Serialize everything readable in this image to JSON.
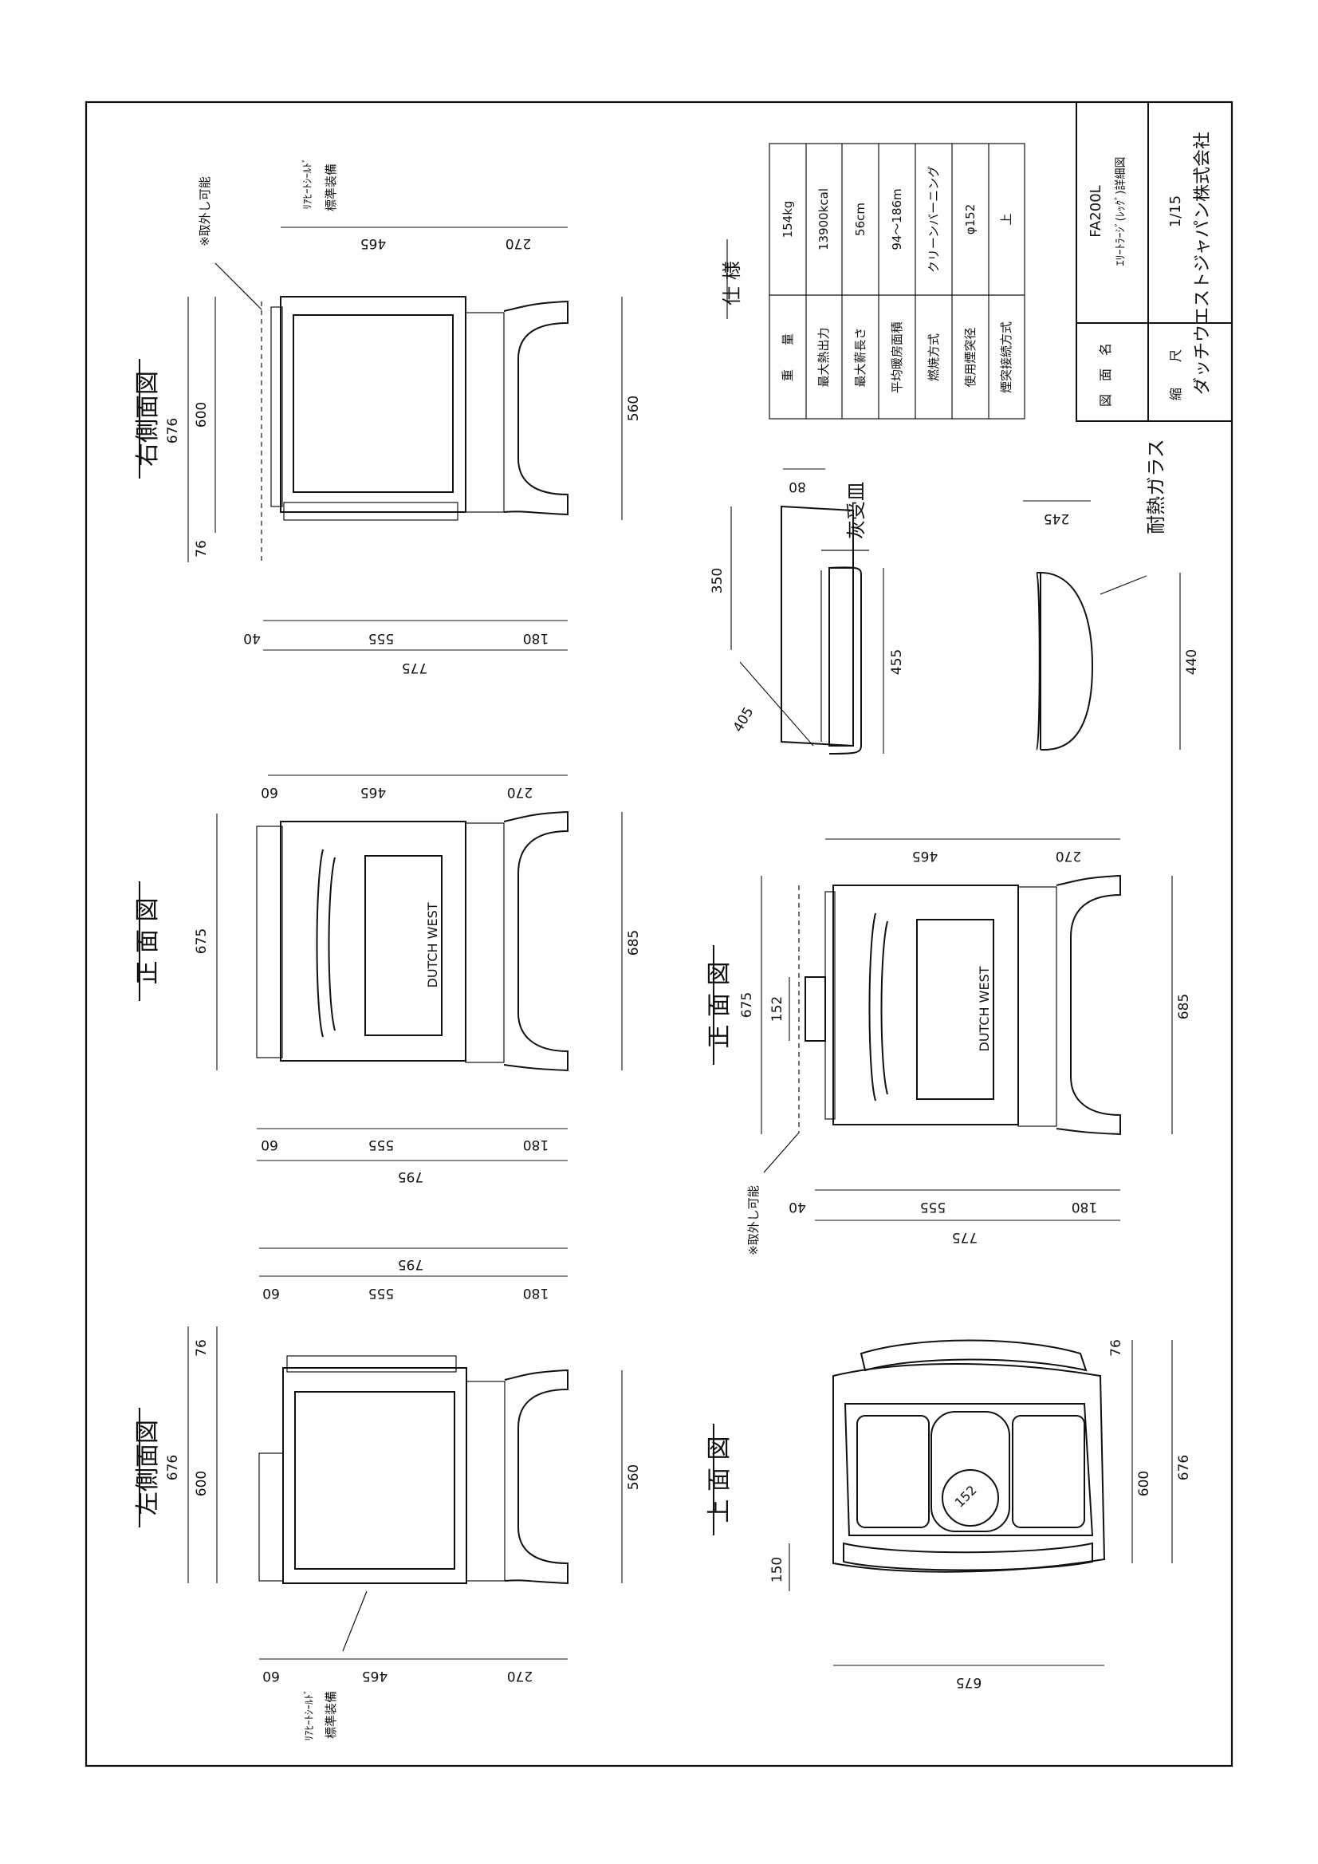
{
  "titles": {
    "right_side": "右側面図",
    "front_top": "正 面 図",
    "left_side": "左側面図",
    "front_bottom": "正 面 図",
    "top_view": "上 面 図",
    "spec": "仕 様"
  },
  "notes": {
    "removable": "※取外し可能",
    "rear_shield": "ﾘｱﾋｰﾄｼｰﾙﾄﾞ",
    "standard": "標準装備",
    "ash_pan": "灰受皿",
    "glass": "耐熱ガラス",
    "brand": "DUTCH WEST"
  },
  "dims": {
    "right_side": {
      "d676": "676",
      "d600": "600",
      "d76": "76",
      "d560": "560",
      "d465": "465",
      "d270": "270",
      "d40": "40",
      "d555": "555",
      "d180": "180",
      "d775": "775"
    },
    "front_top": {
      "d60a": "60",
      "d465": "465",
      "d270": "270",
      "d675": "675",
      "d685": "685",
      "d60b": "60",
      "d555": "555",
      "d180": "180",
      "d795": "795"
    },
    "left_side": {
      "d795": "795",
      "d60a": "60",
      "d555": "555",
      "d180": "180",
      "d76": "76",
      "d676": "676",
      "d600": "600",
      "d560": "560",
      "d60b": "60",
      "d465": "465",
      "d270": "270"
    },
    "front_bottom": {
      "d465": "465",
      "d270": "270",
      "d675": "675",
      "d152": "152",
      "d685": "685",
      "d40": "40",
      "d555": "555",
      "d180": "180",
      "d775": "775"
    },
    "ash_pan": {
      "d80": "80",
      "d350": "350",
      "d455": "455",
      "d405": "405"
    },
    "glass": {
      "d245": "245",
      "d440": "440"
    },
    "top_view": {
      "d76": "76",
      "d600": "600",
      "d676": "676",
      "d150": "150",
      "d152": "152",
      "d675": "675"
    }
  },
  "spec_table": [
    {
      "label": "重　　量",
      "value": "154kg"
    },
    {
      "label": "最大熱出力",
      "value": "13900kcal"
    },
    {
      "label": "最大薪長さ",
      "value": "56cm"
    },
    {
      "label": "平均暖房面積",
      "value": "94～186m"
    },
    {
      "label": "燃焼方式",
      "value": "クリーンバーニング"
    },
    {
      "label": "使用煙突径",
      "value": "φ152"
    },
    {
      "label": "煙突接続方式",
      "value": "上"
    }
  ],
  "title_block": {
    "drawing_name_label": "図　面　名",
    "model": "FA200L",
    "model_sub": "ｴﾘｰﾄﾗｰｼﾞ(ﾚｯｸﾞ)詳細図",
    "scale_label": "縮　　尺",
    "scale": "1/15",
    "company": "ダッチウエストジャパン株式会社"
  }
}
